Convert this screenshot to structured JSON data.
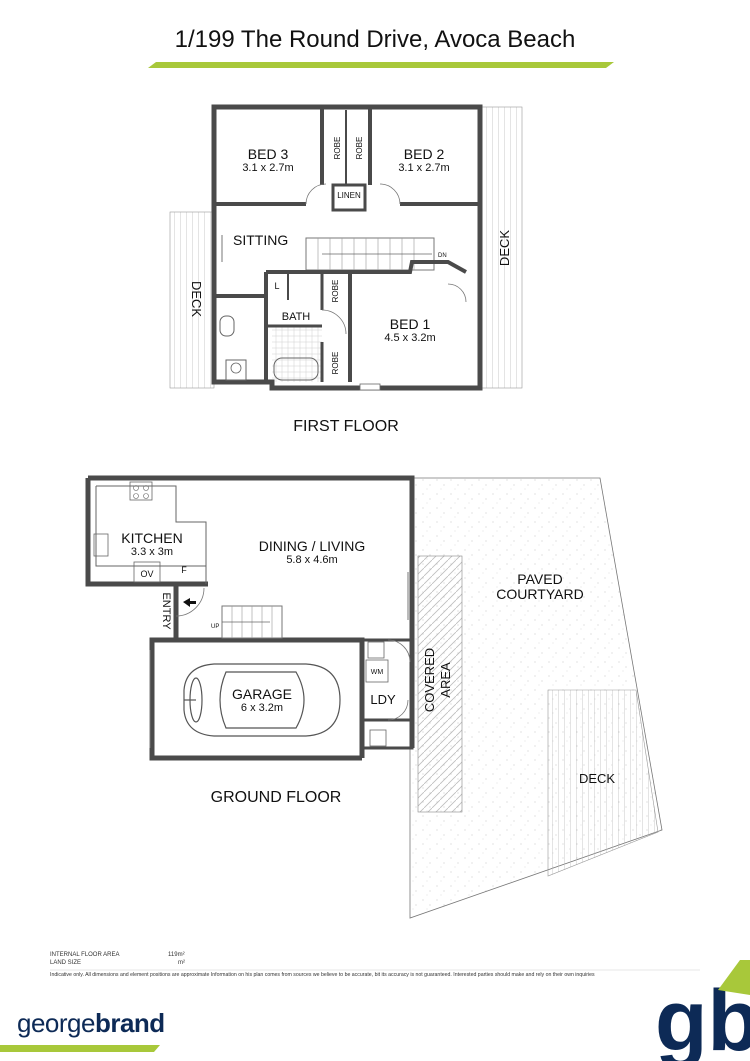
{
  "header": {
    "title": "1/199 The Round Drive, Avoca Beach"
  },
  "colors": {
    "accent": "#a8c83a",
    "navy": "#0d2a56",
    "wall": "#4a4a4a"
  },
  "first_floor": {
    "caption": "FIRST FLOOR",
    "rooms": {
      "bed3_name": "BED 3",
      "bed3_size": "3.1 x 2.7m",
      "bed2_name": "BED 2",
      "bed2_size": "3.1 x 2.7m",
      "bed1_name": "BED 1",
      "bed1_size": "4.5 x 3.2m",
      "sitting": "SITTING",
      "bath": "BATH",
      "linen": "LINEN",
      "robe": "ROBE",
      "deck": "DECK",
      "l": "L",
      "dn": "DN"
    }
  },
  "ground_floor": {
    "caption": "GROUND FLOOR",
    "rooms": {
      "kitchen_name": "KITCHEN",
      "kitchen_size": "3.3 x 3m",
      "dining_name": "DINING / LIVING",
      "dining_size": "5.8 x 4.6m",
      "garage_name": "GARAGE",
      "garage_size": "6 x 3.2m",
      "entry": "ENTRY",
      "ldy": "LDY",
      "wm": "WM",
      "ov": "OV",
      "f": "F",
      "up": "UP",
      "covered": "COVERED",
      "area": "AREA",
      "paved": "PAVED",
      "courtyard": "COURTYARD",
      "deck": "DECK"
    }
  },
  "footer": {
    "floor_area_label": "INTERNAL FLOOR AREA",
    "floor_area_value": "119m²",
    "land_size_label": "LAND SIZE",
    "land_size_value": "m²",
    "disclaimer": "Indicative only. All dimensions and element positions are approximate Information on his plan comes from sources we believe to be accurate, bit its accuracy is not guaranteed. Interested parties should make and rely on their own inquiries"
  },
  "brand": {
    "prefix": "george",
    "bold": "brand",
    "mark": "gb"
  }
}
